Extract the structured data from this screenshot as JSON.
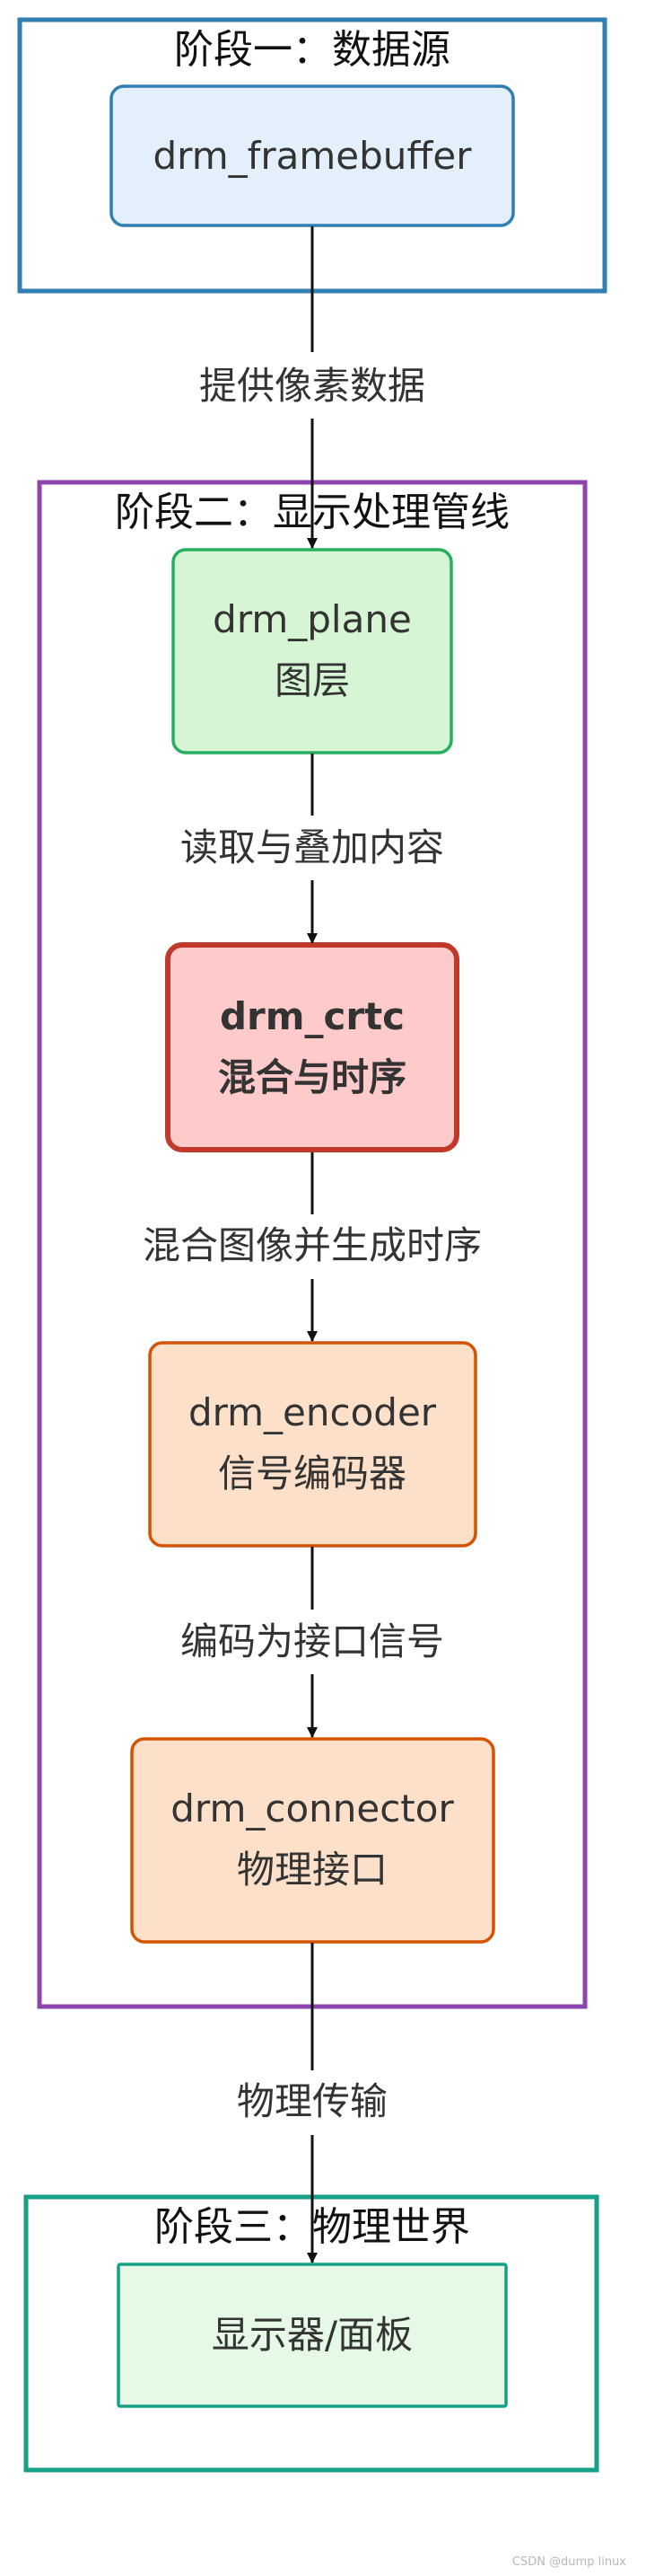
{
  "stages": {
    "stage1": {
      "title": "阶段一：数据源"
    },
    "stage2": {
      "title": "阶段二：显示处理管线"
    },
    "stage3": {
      "title": "阶段三：物理世界"
    }
  },
  "nodes": {
    "framebuffer": {
      "line1": "drm_framebuffer"
    },
    "plane": {
      "line1": "drm_plane",
      "line2": "图层"
    },
    "crtc": {
      "line1": "drm_crtc",
      "line2": "混合与时序"
    },
    "encoder": {
      "line1": "drm_encoder",
      "line2": "信号编码器"
    },
    "connector": {
      "line1": "drm_connector",
      "line2": "物理接口"
    },
    "display": {
      "line1": "显示器/面板"
    }
  },
  "edges": {
    "e1": {
      "label": "提供像素数据"
    },
    "e2": {
      "label": "读取与叠加内容"
    },
    "e3": {
      "label": "混合图像并生成时序"
    },
    "e4": {
      "label": "编码为接口信号"
    },
    "e5": {
      "label": "物理传输"
    }
  },
  "colors": {
    "stage1_border": "#2f7fb3",
    "stage2_border": "#8e44ad",
    "stage3_border": "#16a085",
    "framebuffer_fill": "#e3f0fb",
    "framebuffer_border": "#2f7fb3",
    "plane_fill": "#d5f5d5",
    "plane_border": "#27ae60",
    "crtc_fill": "#ffcaca",
    "crtc_border": "#c0392b",
    "process_fill": "#fde0c9",
    "process_border": "#d35400",
    "display_fill": "#e6f9e6",
    "display_border": "#16a085"
  },
  "footer": {
    "watermark": "CSDN @dump linux"
  }
}
